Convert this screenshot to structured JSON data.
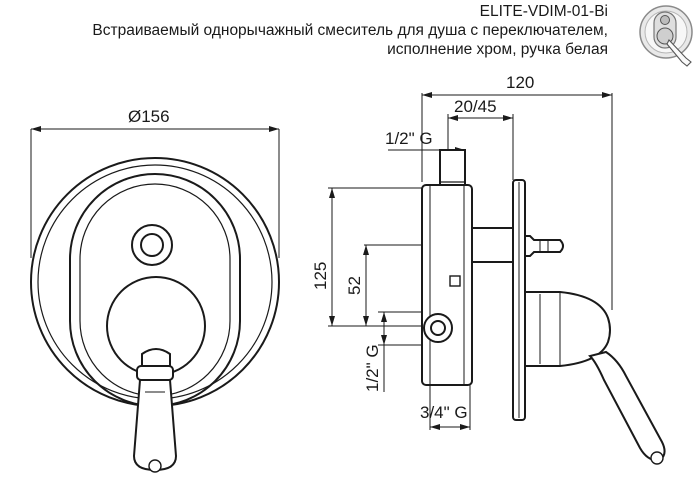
{
  "header": {
    "model": "ELITE-VDIM-01-Bi",
    "desc_line1": "Встраиваемый однорычажный смеситель для душа с переключателем,",
    "desc_line2": "исполнение хром, ручка белая"
  },
  "dimensions": {
    "diameter": "Ø156",
    "depth_total": "120",
    "depth_body": "20/45",
    "thread_top": "1/2\" G",
    "thread_side": "1/2\" G",
    "thread_bottom": "3/4\" G",
    "height_total": "125",
    "height_offset": "52"
  },
  "colors": {
    "line": "#1a1a1a",
    "background": "#ffffff"
  }
}
